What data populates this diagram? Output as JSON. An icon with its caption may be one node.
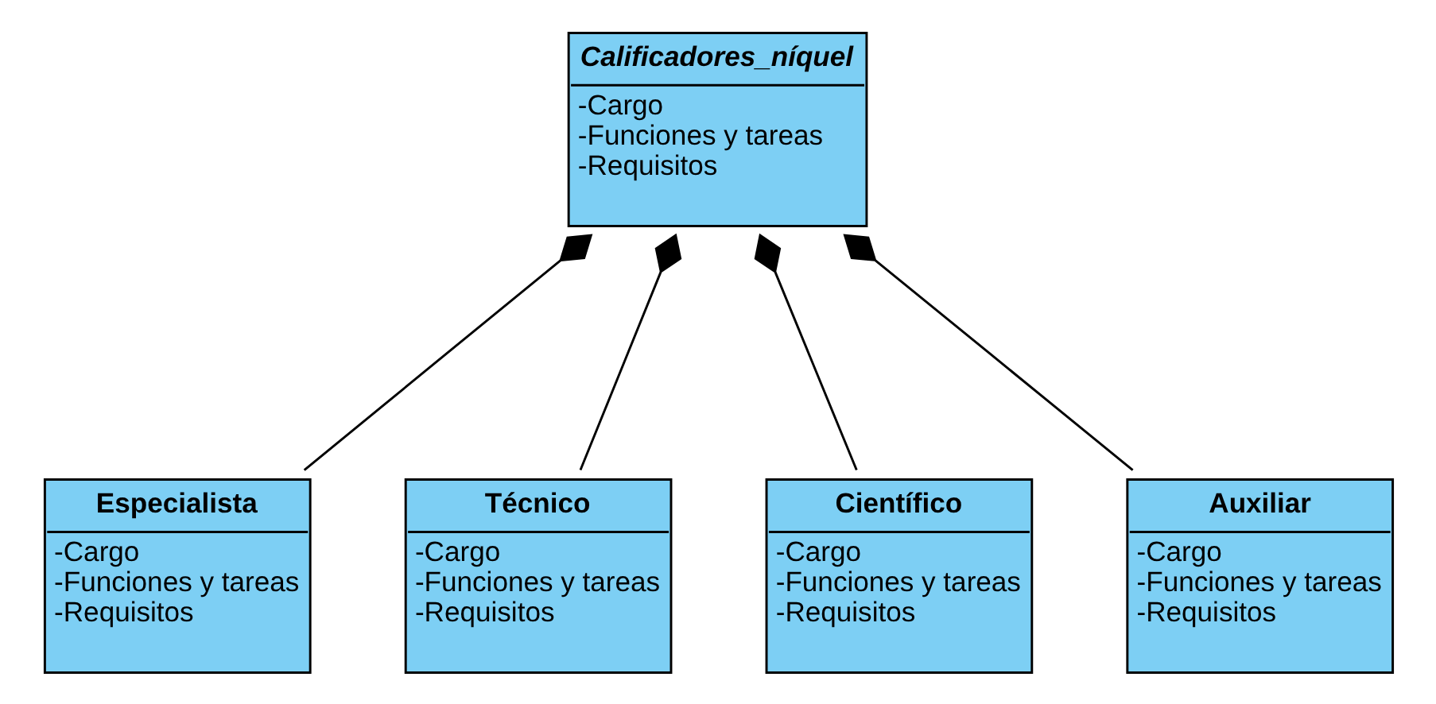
{
  "diagram": {
    "nodes": [
      {
        "text": [
          "Calificadores_níquel",
          "-Cargo",
          "-Funciones y tareas",
          "-Requisitos"
        ]
      },
      {
        "text": [
          "Especialista",
          "-Cargo",
          "-Funciones y tareas",
          "-Requisitos"
        ]
      },
      {
        "text": [
          "Técnico",
          "-Cargo",
          "-Funciones y tareas",
          "-Requisitos"
        ]
      },
      {
        "text": [
          "Científico",
          "-Cargo",
          "-Funciones y tareas",
          "-Requisitos"
        ]
      },
      {
        "text": [
          "Auxiliar",
          "-Cargo",
          "-Funciones y tareas",
          "-Requisitos"
        ]
      }
    ],
    "edges": [
      {
        "from": 0,
        "to": 1,
        "arrow": "other"
      },
      {
        "from": 0,
        "to": 2,
        "arrow": "other"
      },
      {
        "from": 0,
        "to": 3,
        "arrow": "other"
      },
      {
        "from": 0,
        "to": 4,
        "arrow": "other"
      }
    ]
  }
}
